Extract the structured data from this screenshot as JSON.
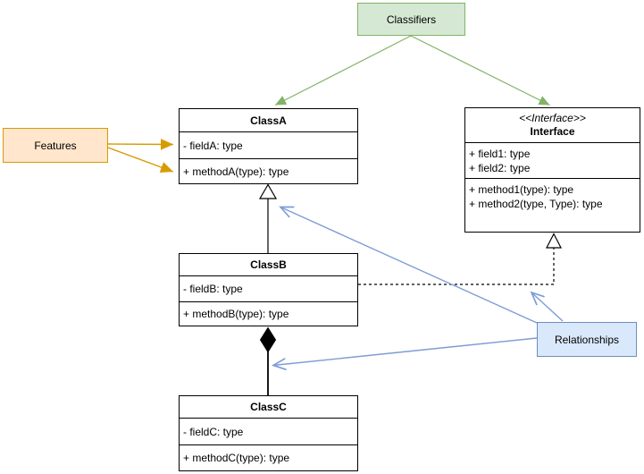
{
  "labels": {
    "classifiers": "Classifiers",
    "features": "Features",
    "relationships": "Relationships"
  },
  "classes": {
    "classA": {
      "title": "ClassA",
      "field": "- fieldA: type",
      "method": "+ methodA(type): type"
    },
    "classB": {
      "title": "ClassB",
      "field": "- fieldB: type",
      "method": "+ methodB(type): type"
    },
    "classC": {
      "title": "ClassC",
      "field": "- fieldC: type",
      "method": "+ methodC(type): type"
    },
    "interface": {
      "stereotype": "<<Interface>>",
      "title": "Interface",
      "fields": [
        "+ field1: type",
        "+ field2: type"
      ],
      "methods": [
        "+ method1(type): type",
        "+ method2(type, Type): type"
      ]
    }
  },
  "colors": {
    "green_fill": "#d5e8d4",
    "green_stroke": "#82b366",
    "orange_fill": "#ffe6cc",
    "orange_stroke": "#d79b00",
    "blue_fill": "#dae8fc",
    "blue_stroke": "#6c8ebf",
    "blue_connector": "#7d9cd6",
    "uml_stroke": "#000000",
    "uml_fill": "#ffffff"
  }
}
